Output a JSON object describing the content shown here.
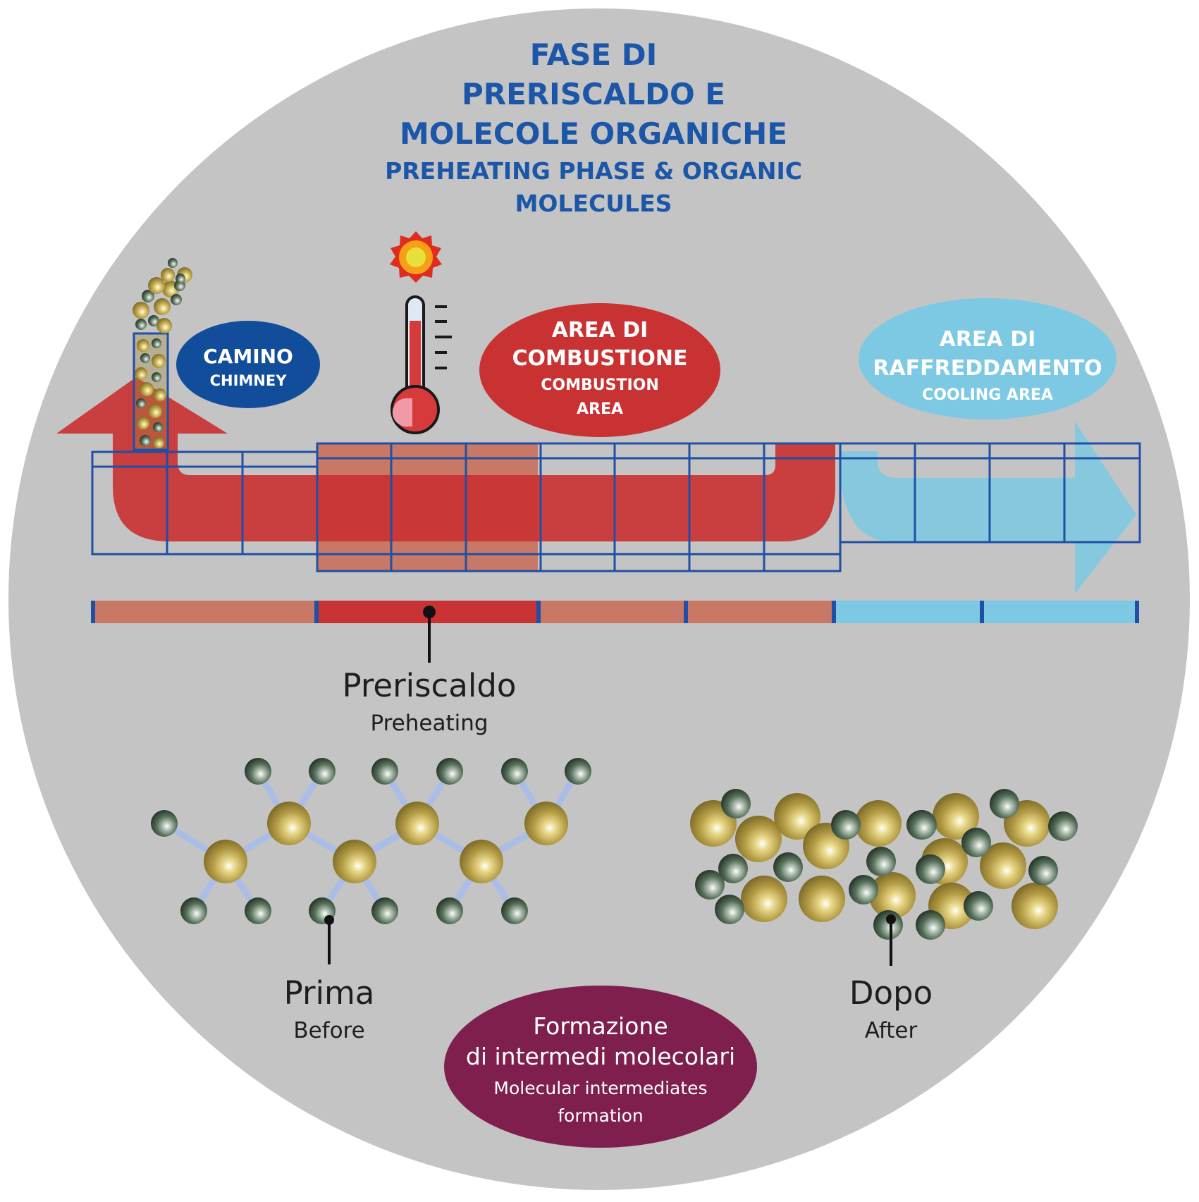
{
  "title": {
    "line1": "FASE DI",
    "line2": "PRERISCALDO E",
    "line3": "MOLECOLE ORGANICHE",
    "line4": "PREHEATING PHASE & ORGANIC",
    "line5": "MOLECULES"
  },
  "chimney": {
    "label": "CAMINO",
    "sublabel": "CHIMNEY"
  },
  "combustion": {
    "line1": "AREA DI",
    "line2": "COMBUSTIONE",
    "sub1": "COMBUSTION",
    "sub2": "AREA"
  },
  "cooling": {
    "line1": "AREA DI",
    "line2": "RAFFREDDAMENTO",
    "sub1": "COOLING AREA"
  },
  "preheating": {
    "label": "Preriscaldo",
    "sublabel": "Preheating"
  },
  "before": {
    "label": "Prima",
    "sublabel": "Before"
  },
  "after": {
    "label": "Dopo",
    "sublabel": "After"
  },
  "intermediates": {
    "line1": "Formazione",
    "line2": "di intermedi molecolari",
    "sub1": "Molecular intermediates",
    "sub2": "formation"
  },
  "colors": {
    "background_disc": "#c4c4c4",
    "title_blue": "#1b56a8",
    "chimney_ellipse": "#124d9c",
    "combustion_red": "#c93232",
    "cooling_blue": "#7dc9e3",
    "preheat_salmon": "#c87864",
    "intermediates_purple": "#7e1f4d",
    "carbon_gold": "#a08a3a",
    "hydrogen_green": "#3f5443"
  }
}
